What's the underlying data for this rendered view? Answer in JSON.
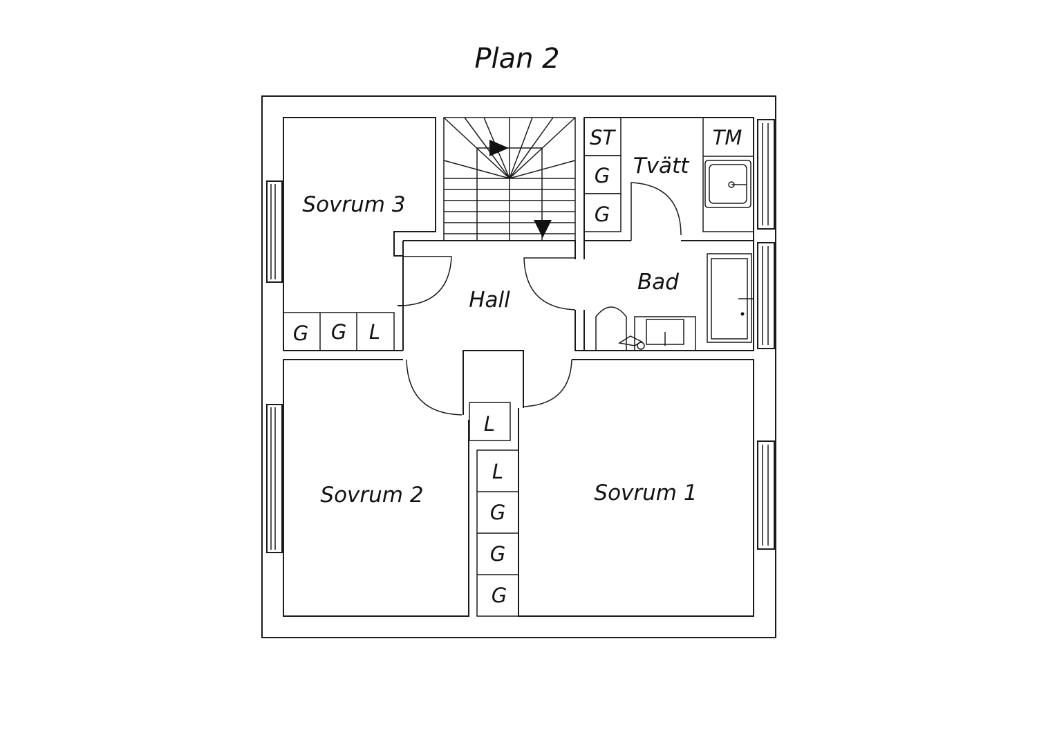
{
  "title": "Plan 2",
  "rooms": {
    "sovrum3": "Sovrum 3",
    "sovrum2": "Sovrum 2",
    "sovrum1": "Sovrum 1",
    "hall": "Hall",
    "tvatt": "Tvätt",
    "bad": "Bad"
  },
  "storage": {
    "st": "ST",
    "tm": "TM",
    "laundry_g1": "G",
    "laundry_g2": "G",
    "s3_g1": "G",
    "s3_g2": "G",
    "s3_l": "L",
    "hall_l": "L",
    "corr_l": "L",
    "corr_g1": "G",
    "corr_g2": "G",
    "corr_g3": "G"
  },
  "colors": {
    "line": "#1a1a1a",
    "background": "#ffffff"
  }
}
